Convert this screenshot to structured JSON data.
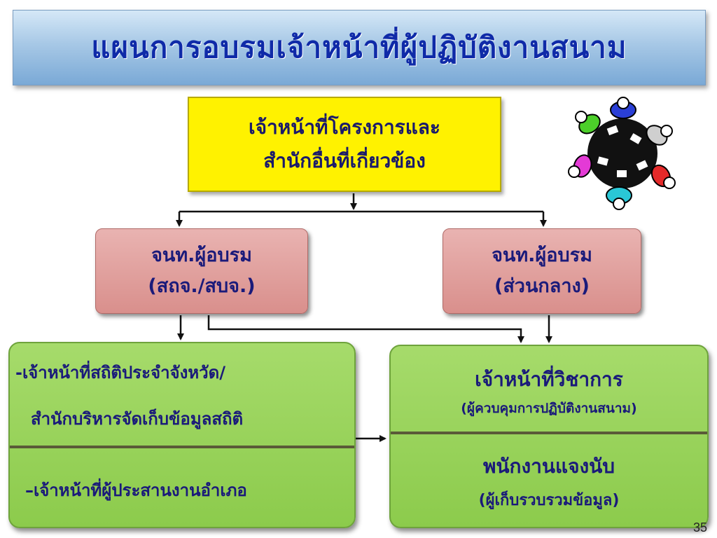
{
  "title": "แผนการอบรมเจ้าหน้าที่ผู้ปฏิบัติงานสนาม",
  "top_box": {
    "line1": "เจ้าหน้าที่โครงการและ",
    "line2": "สำนักอื่นที่เกี่ยวข้อง"
  },
  "trainer_left": {
    "line1": "จนท.ผู้อบรม",
    "line2": "(สถจ./สบจ.)"
  },
  "trainer_right": {
    "line1": "จนท.ผู้อบรม",
    "line2": "(ส่วนกลาง)"
  },
  "trainees_left": {
    "item1_line1": "-เจ้าหน้าที่สถิติประจำจังหวัด/",
    "item1_line2": "สำนักบริหารจัดเก็บข้อมูลสถิติ",
    "item2": "–เจ้าหน้าที่ผู้ประสานงานอำเภอ"
  },
  "trainees_right": {
    "item1_title": "เจ้าหน้าที่วิชาการ",
    "item1_sub": "(ผู้ควบคุมการปฏิบัติงานสนาม)",
    "item2_title": "พนักงานแจงนับ",
    "item2_sub": "(ผู้เก็บรวบรวมข้อมูล)"
  },
  "page_number": "35",
  "colors": {
    "title_text": "#0f2aa8",
    "top_box": "#fff200",
    "trainer_box": "#d98f8c",
    "trainee_box": "#8ccb4c",
    "box_text": "#1a1a7a"
  }
}
